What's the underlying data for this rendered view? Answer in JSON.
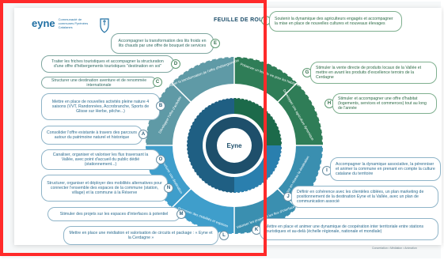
{
  "header": {
    "logo_word": "eyne",
    "logo_tagline": "Communauté de communes Pyrénées Catalanes",
    "title": "FEUILLE DE ROUTE"
  },
  "left_boxes": [
    {
      "letter": "E",
      "text": "Accompagner la transformation des lits froids en lits chauds par une offre de bouquet de services"
    },
    {
      "letter": "D",
      "text": "Traiter les friches touristiques et accompagner la structuration d'une offre d'hébergements touristiques \"destination en soi\""
    },
    {
      "letter": "C",
      "text": "Structurer une destination aventure et de renommée internationale"
    },
    {
      "letter": "B",
      "text": "Mettre en place de nouvelles activités pleine nature 4 saisons (VVT, Randonnées, Accrobranche, Sports de Glisse sur Herbe, pêche...)"
    },
    {
      "letter": "A",
      "text": "Consolider l'offre existante à travers des parcours autour du patrimoine naturel et historique"
    },
    {
      "letter": "O",
      "text": "Canaliser, organiser et valoriser les flux traversant la Vallée, avec point d'accueil du public dédié (stationnement...)"
    },
    {
      "letter": "N",
      "text": "Structurer, organiser et déployer des mobilités alternatives pour connecter l'ensemble des espaces de la commune (station, village) et la commune à la Réserve"
    },
    {
      "letter": "M",
      "text": "Stimuler des projets sur les espaces d'interfaces à potentiel"
    },
    {
      "letter": "L",
      "text": "Mettre en place une médiation et valorisation de circuits et package : « Eyne et la Cerdagne »"
    }
  ],
  "right_boxes": [
    {
      "letter": "F",
      "text": "Soutenir la dynamique des agriculteurs engagés et accompagner la mise en place de nouvelles cultures et nouveaux élevages"
    },
    {
      "letter": "G",
      "text": "Stimuler la vente directe de produits locaux de la Vallée et mettre en avant les produits d'excellence terroirs de la Cerdagne"
    },
    {
      "letter": "H",
      "text": "Stimuler et accompagner une offre d'habitat (logements, services et commerces) tout au long de l'année"
    },
    {
      "letter": "I",
      "text": "Accompagner la dynamique associative, la pérenniser et animer la commune en prenant en compte la culture catalane du territoire"
    },
    {
      "letter": "J",
      "text": "Définir en cohérence avec les clientèles ciblées, un plan marketing de positionnement de la destination Eyne et la Vallée, avec un plan de communication associé"
    },
    {
      "letter": "K",
      "text": "Mettre en place et animer une dynamique de coopération inter territoriale entre stations touristiques et au-delà (échelle régionale, nationale et mondiale)"
    }
  ],
  "wheel": {
    "segments": [
      "Accompagner la transformation de l'offre d'hébergements",
      "Développer l'offre d'activités",
      "Préserver un lieu de vie pour les habitants",
      "Développer une agriculture dynamique",
      "Mettre en réseau la destination",
      "Valoriser les projets et les flux d'interface",
      "Organiser des mobilités et espaces",
      "Structurer une destination"
    ],
    "center": "Eyne"
  },
  "footer": "Concertation • Médiation • Animation"
}
